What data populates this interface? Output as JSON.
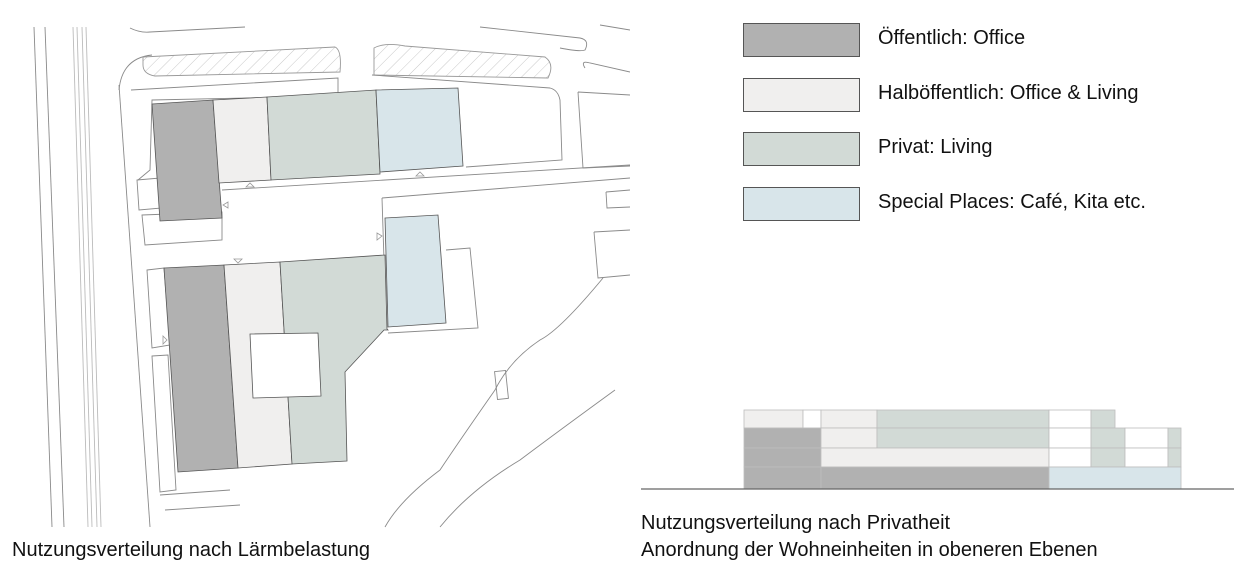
{
  "colors": {
    "public": "#b1b1b1",
    "semi_public": "#f0efee",
    "private": "#d2dad6",
    "special": "#d8e5ea",
    "line": "#7a7a7a",
    "hatch": "#bdbdbd"
  },
  "legend": {
    "items": [
      {
        "key": "public",
        "label": "Öffentlich: Office",
        "color": "#b1b1b1"
      },
      {
        "key": "semi_public",
        "label": "Halböffentlich: Office & Living",
        "color": "#f0efee"
      },
      {
        "key": "private",
        "label": "Privat: Living",
        "color": "#d2dad6"
      },
      {
        "key": "special",
        "label": "Special Places: Café, Kita etc.",
        "color": "#d8e5ea"
      }
    ]
  },
  "site_plan": {
    "caption": "Nutzungsverteilung nach Lärmbelastung"
  },
  "elevation": {
    "caption_line1": "Nutzungsverteilung nach Privatheit",
    "caption_line2": "Anordnung der Wohneinheiten in obeneren Ebenen"
  }
}
